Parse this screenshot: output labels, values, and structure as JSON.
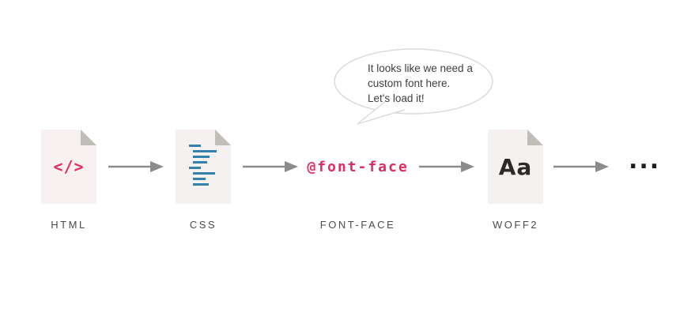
{
  "colors": {
    "pink": "#e32a63",
    "blue": "#3380ad",
    "paper": "#f5f1f0",
    "fold": "#c0bcb8",
    "arrow": "#8b8b8b",
    "label": "#4b4b4b",
    "dark": "#2d2a27",
    "bubble_border": "#d8d8d8"
  },
  "nodes": [
    {
      "id": "html",
      "label": "HTML",
      "glyph": "</>",
      "icon": "html-file-icon"
    },
    {
      "id": "css",
      "label": "CSS",
      "icon": "css-code-lines-icon"
    },
    {
      "id": "font-face",
      "label": "FONT-FACE",
      "text": "@font-face"
    },
    {
      "id": "woff2",
      "label": "WOFF2",
      "glyph": "Aa",
      "icon": "font-file-icon"
    },
    {
      "id": "more",
      "text": "..."
    }
  ],
  "speech_bubble": {
    "lines": [
      "It looks like we need a",
      "custom font here.",
      "Let's load it!"
    ]
  }
}
